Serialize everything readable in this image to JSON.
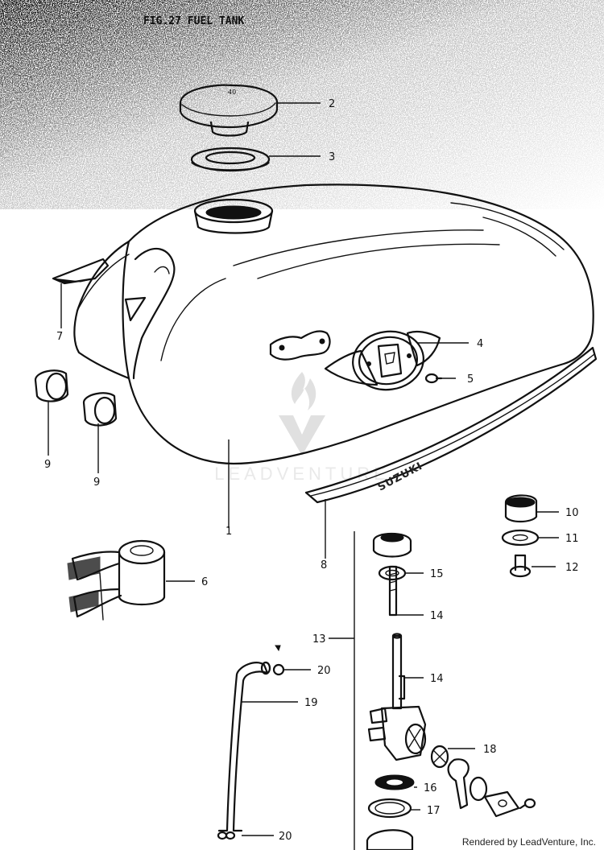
{
  "figure": {
    "title": "FIG.27  FUEL TANK"
  },
  "tank_brand": "SUZUKI",
  "watermark": {
    "text": "LEADVENTURE"
  },
  "credit": "Rendered by LeadVenture, Inc.",
  "callouts": {
    "c1": "1",
    "c2": "2",
    "c3": "3",
    "c4": "4",
    "c5": "5",
    "c6": "6",
    "c7": "7",
    "c8": "8",
    "c9a": "9",
    "c9b": "9",
    "c10": "10",
    "c11": "11",
    "c12": "12",
    "c13": "13",
    "c14a": "14",
    "c14b": "14",
    "c15": "15",
    "c16": "16",
    "c17": "17",
    "c18": "18",
    "c19": "19",
    "c20a": "20",
    "c20b": "20"
  }
}
